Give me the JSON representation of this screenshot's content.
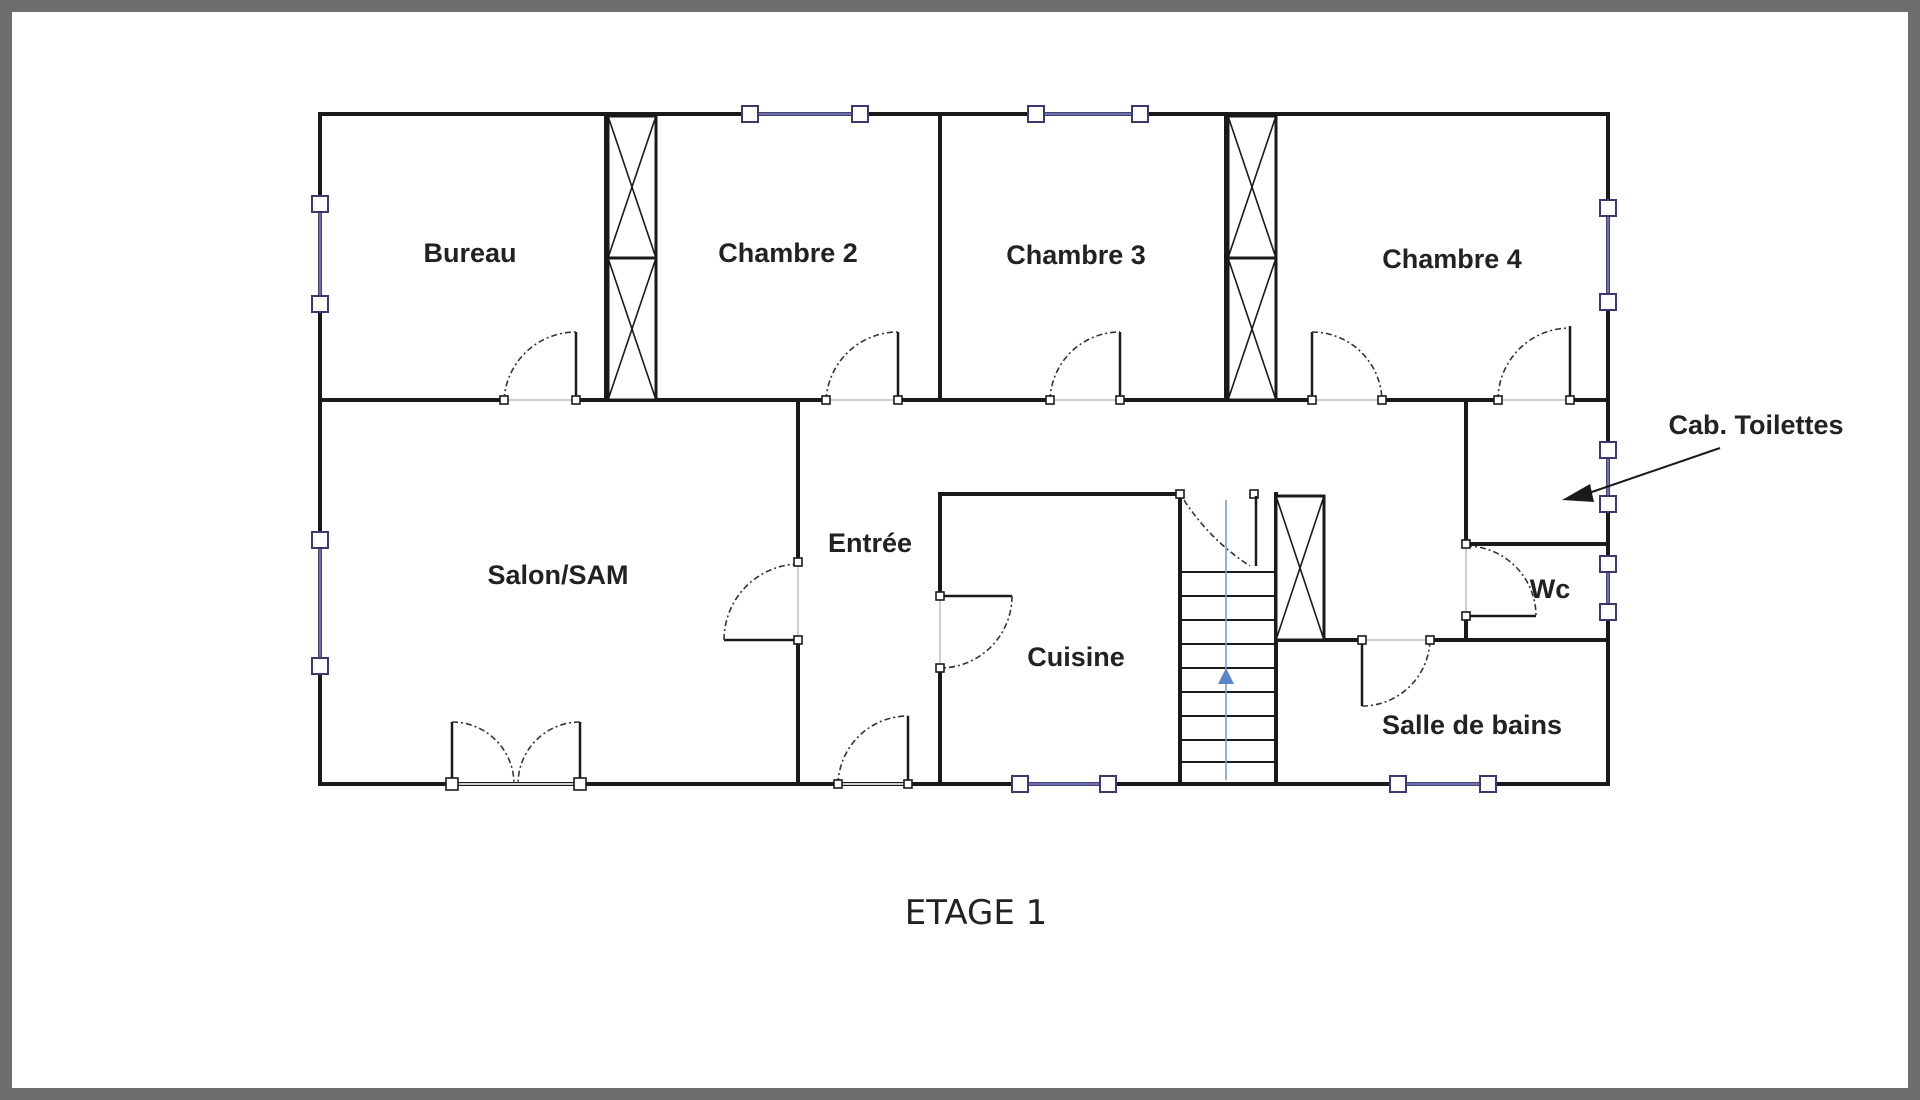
{
  "plan": {
    "title": "ETAGE 1",
    "rooms": {
      "bureau": "Bureau",
      "chambre2": "Chambre 2",
      "chambre3": "Chambre 3",
      "chambre4": "Chambre 4",
      "cab_toilettes": "Cab. Toilettes",
      "salon": "Salon/SAM",
      "entree": "Entrée",
      "cuisine": "Cuisine",
      "wc": "Wc",
      "salle_de_bains": "Salle de bains"
    }
  }
}
